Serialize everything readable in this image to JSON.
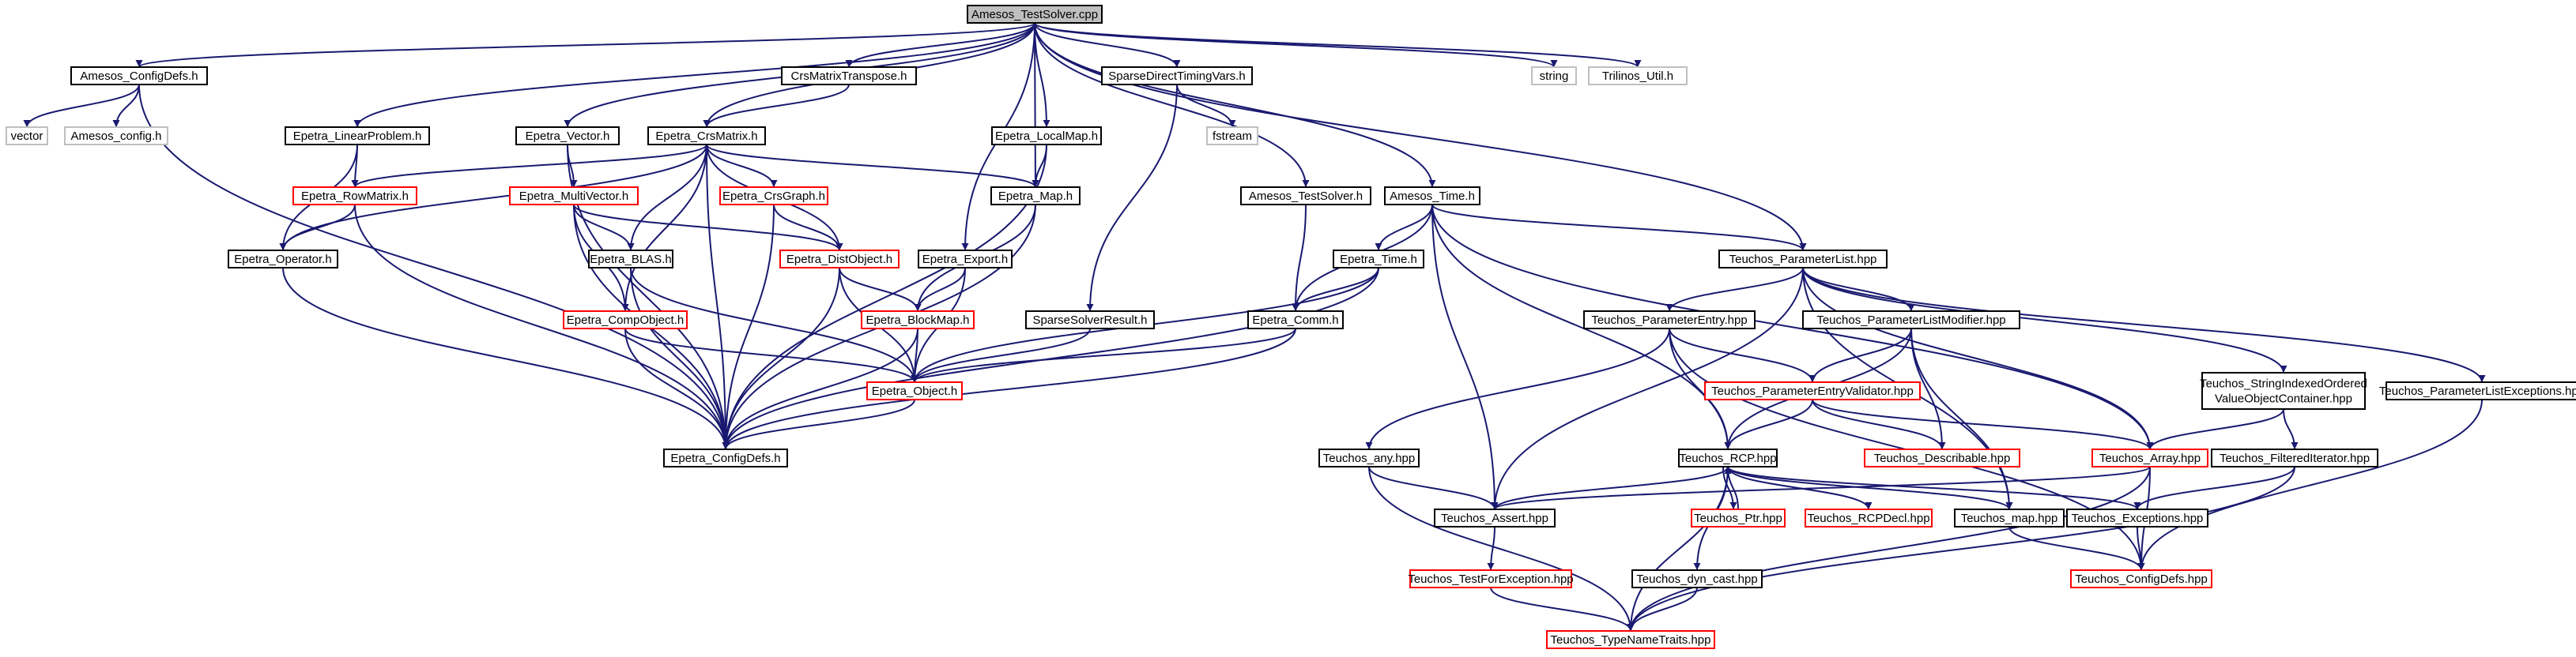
{
  "diagram": {
    "title": "",
    "colors": {
      "edge": "#191970",
      "root_fill": "#bfbfbf",
      "normal_border": "#000000",
      "truncated_border": "#ff0000",
      "external_border": "#bfbfbf",
      "fill": "#ffffff"
    },
    "nodes": [
      {
        "id": "root",
        "lines": [
          "Amesos_TestSolver.cpp"
        ],
        "style": "root"
      },
      {
        "id": "configdefs",
        "lines": [
          "Amesos_ConfigDefs.h"
        ],
        "style": "normal"
      },
      {
        "id": "vector",
        "lines": [
          "vector"
        ],
        "style": "external"
      },
      {
        "id": "amesos_config",
        "lines": [
          "Amesos_config.h"
        ],
        "style": "external"
      },
      {
        "id": "crstranspose",
        "lines": [
          "CrsMatrixTranspose.h"
        ],
        "style": "normal"
      },
      {
        "id": "sparsetiming",
        "lines": [
          "SparseDirectTimingVars.h"
        ],
        "style": "normal"
      },
      {
        "id": "fstream",
        "lines": [
          "fstream"
        ],
        "style": "external"
      },
      {
        "id": "string",
        "lines": [
          "string"
        ],
        "style": "external"
      },
      {
        "id": "trilinos_util",
        "lines": [
          "Trilinos_Util.h"
        ],
        "style": "external"
      },
      {
        "id": "linearproblem",
        "lines": [
          "Epetra_LinearProblem.h"
        ],
        "style": "normal"
      },
      {
        "id": "epetra_vector",
        "lines": [
          "Epetra_Vector.h"
        ],
        "style": "normal"
      },
      {
        "id": "crsmatrix",
        "lines": [
          "Epetra_CrsMatrix.h"
        ],
        "style": "normal"
      },
      {
        "id": "localmap",
        "lines": [
          "Epetra_LocalMap.h"
        ],
        "style": "normal"
      },
      {
        "id": "rowmatrix",
        "lines": [
          "Epetra_RowMatrix.h"
        ],
        "style": "truncated"
      },
      {
        "id": "multivector",
        "lines": [
          "Epetra_MultiVector.h"
        ],
        "style": "truncated"
      },
      {
        "id": "crsgraph",
        "lines": [
          "Epetra_CrsGraph.h"
        ],
        "style": "truncated"
      },
      {
        "id": "epetra_map",
        "lines": [
          "Epetra_Map.h"
        ],
        "style": "normal"
      },
      {
        "id": "amesos_testsolver",
        "lines": [
          "Amesos_TestSolver.h"
        ],
        "style": "normal"
      },
      {
        "id": "amesos_time",
        "lines": [
          "Amesos_Time.h"
        ],
        "style": "normal"
      },
      {
        "id": "operator",
        "lines": [
          "Epetra_Operator.h"
        ],
        "style": "normal"
      },
      {
        "id": "blas",
        "lines": [
          "Epetra_BLAS.h"
        ],
        "style": "normal"
      },
      {
        "id": "distobject",
        "lines": [
          "Epetra_DistObject.h"
        ],
        "style": "truncated"
      },
      {
        "id": "export",
        "lines": [
          "Epetra_Export.h"
        ],
        "style": "normal"
      },
      {
        "id": "epetra_time",
        "lines": [
          "Epetra_Time.h"
        ],
        "style": "normal"
      },
      {
        "id": "paramlist",
        "lines": [
          "Teuchos_ParameterList.hpp"
        ],
        "style": "normal"
      },
      {
        "id": "compobject",
        "lines": [
          "Epetra_CompObject.h"
        ],
        "style": "truncated"
      },
      {
        "id": "blockmap",
        "lines": [
          "Epetra_BlockMap.h"
        ],
        "style": "truncated"
      },
      {
        "id": "sparseresult",
        "lines": [
          "SparseSolverResult.h"
        ],
        "style": "normal"
      },
      {
        "id": "epetra_comm",
        "lines": [
          "Epetra_Comm.h"
        ],
        "style": "normal"
      },
      {
        "id": "paramentry",
        "lines": [
          "Teuchos_ParameterEntry.hpp"
        ],
        "style": "normal"
      },
      {
        "id": "paramlistmod",
        "lines": [
          "Teuchos_ParameterListModifier.hpp"
        ],
        "style": "normal"
      },
      {
        "id": "stringindexed",
        "lines": [
          "Teuchos_StringIndexedOrdered",
          "ValueObjectContainer.hpp"
        ],
        "style": "normal"
      },
      {
        "id": "paramlistexc",
        "lines": [
          "Teuchos_ParameterListExceptions.hpp"
        ],
        "style": "normal"
      },
      {
        "id": "epetra_object",
        "lines": [
          "Epetra_Object.h"
        ],
        "style": "truncated"
      },
      {
        "id": "paramentryvalid",
        "lines": [
          "Teuchos_ParameterEntryValidator.hpp"
        ],
        "style": "truncated"
      },
      {
        "id": "epetra_configdefs",
        "lines": [
          "Epetra_ConfigDefs.h"
        ],
        "style": "normal"
      },
      {
        "id": "teuchos_any",
        "lines": [
          "Teuchos_any.hpp"
        ],
        "style": "normal"
      },
      {
        "id": "teuchos_rcp",
        "lines": [
          "Teuchos_RCP.hpp"
        ],
        "style": "normal"
      },
      {
        "id": "describable",
        "lines": [
          "Teuchos_Describable.hpp"
        ],
        "style": "truncated"
      },
      {
        "id": "teuchos_array",
        "lines": [
          "Teuchos_Array.hpp"
        ],
        "style": "truncated"
      },
      {
        "id": "filterediter",
        "lines": [
          "Teuchos_FilteredIterator.hpp"
        ],
        "style": "normal"
      },
      {
        "id": "teuchos_assert",
        "lines": [
          "Teuchos_Assert.hpp"
        ],
        "style": "normal"
      },
      {
        "id": "teuchos_ptr",
        "lines": [
          "Teuchos_Ptr.hpp"
        ],
        "style": "truncated"
      },
      {
        "id": "rcpdecl",
        "lines": [
          "Teuchos_RCPDecl.hpp"
        ],
        "style": "truncated"
      },
      {
        "id": "teuchos_map",
        "lines": [
          "Teuchos_map.hpp"
        ],
        "style": "normal"
      },
      {
        "id": "teuchos_exceptions",
        "lines": [
          "Teuchos_Exceptions.hpp"
        ],
        "style": "normal"
      },
      {
        "id": "testforexc",
        "lines": [
          "Teuchos_TestForException.hpp"
        ],
        "style": "truncated"
      },
      {
        "id": "dyncast",
        "lines": [
          "Teuchos_dyn_cast.hpp"
        ],
        "style": "normal"
      },
      {
        "id": "teuchos_configdefs",
        "lines": [
          "Teuchos_ConfigDefs.hpp"
        ],
        "style": "truncated"
      },
      {
        "id": "typenametraits",
        "lines": [
          "Teuchos_TypeNameTraits.hpp"
        ],
        "style": "truncated"
      }
    ],
    "edges": [
      [
        "root",
        "configdefs"
      ],
      [
        "root",
        "crstranspose"
      ],
      [
        "root",
        "sparsetiming"
      ],
      [
        "root",
        "string"
      ],
      [
        "root",
        "trilinos_util"
      ],
      [
        "root",
        "linearproblem"
      ],
      [
        "root",
        "epetra_vector"
      ],
      [
        "root",
        "crsmatrix"
      ],
      [
        "root",
        "localmap"
      ],
      [
        "root",
        "epetra_map"
      ],
      [
        "root",
        "amesos_testsolver"
      ],
      [
        "root",
        "amesos_time"
      ],
      [
        "root",
        "export"
      ],
      [
        "root",
        "paramlist"
      ],
      [
        "configdefs",
        "vector"
      ],
      [
        "configdefs",
        "amesos_config"
      ],
      [
        "configdefs",
        "epetra_configdefs"
      ],
      [
        "crstranspose",
        "crsmatrix"
      ],
      [
        "sparsetiming",
        "fstream"
      ],
      [
        "sparsetiming",
        "sparseresult"
      ],
      [
        "linearproblem",
        "rowmatrix"
      ],
      [
        "linearproblem",
        "operator"
      ],
      [
        "epetra_vector",
        "multivector"
      ],
      [
        "epetra_vector",
        "epetra_configdefs"
      ],
      [
        "crsmatrix",
        "rowmatrix"
      ],
      [
        "crsmatrix",
        "operator"
      ],
      [
        "crsmatrix",
        "crsgraph"
      ],
      [
        "crsmatrix",
        "epetra_map"
      ],
      [
        "crsmatrix",
        "blas"
      ],
      [
        "crsmatrix",
        "distobject"
      ],
      [
        "crsmatrix",
        "compobject"
      ],
      [
        "crsmatrix",
        "epetra_configdefs"
      ],
      [
        "localmap",
        "epetra_map"
      ],
      [
        "localmap",
        "epetra_configdefs"
      ],
      [
        "rowmatrix",
        "operator"
      ],
      [
        "rowmatrix",
        "epetra_configdefs"
      ],
      [
        "multivector",
        "distobject"
      ],
      [
        "multivector",
        "blas"
      ],
      [
        "multivector",
        "compobject"
      ],
      [
        "multivector",
        "epetra_configdefs"
      ],
      [
        "crsgraph",
        "distobject"
      ],
      [
        "crsgraph",
        "epetra_configdefs"
      ],
      [
        "epetra_map",
        "blockmap"
      ],
      [
        "epetra_map",
        "epetra_configdefs"
      ],
      [
        "amesos_testsolver",
        "epetra_comm"
      ],
      [
        "amesos_time",
        "epetra_time"
      ],
      [
        "amesos_time",
        "epetra_comm"
      ],
      [
        "amesos_time",
        "paramlist"
      ],
      [
        "amesos_time",
        "teuchos_assert"
      ],
      [
        "amesos_time",
        "teuchos_rcp"
      ],
      [
        "amesos_time",
        "teuchos_array"
      ],
      [
        "operator",
        "epetra_configdefs"
      ],
      [
        "blas",
        "epetra_object"
      ],
      [
        "blas",
        "epetra_configdefs"
      ],
      [
        "distobject",
        "blockmap"
      ],
      [
        "distobject",
        "epetra_object"
      ],
      [
        "distobject",
        "epetra_configdefs"
      ],
      [
        "export",
        "blockmap"
      ],
      [
        "export",
        "epetra_object"
      ],
      [
        "epetra_time",
        "epetra_comm"
      ],
      [
        "epetra_time",
        "epetra_object"
      ],
      [
        "epetra_time",
        "epetra_configdefs"
      ],
      [
        "paramlist",
        "paramentry"
      ],
      [
        "paramlist",
        "paramlistmod"
      ],
      [
        "paramlist",
        "stringindexed"
      ],
      [
        "paramlist",
        "paramlistexc"
      ],
      [
        "paramlist",
        "teuchos_assert"
      ],
      [
        "paramlist",
        "teuchos_array"
      ],
      [
        "paramlist",
        "teuchos_map"
      ],
      [
        "compobject",
        "epetra_object"
      ],
      [
        "compobject",
        "epetra_configdefs"
      ],
      [
        "blockmap",
        "epetra_object"
      ],
      [
        "blockmap",
        "epetra_configdefs"
      ],
      [
        "sparseresult",
        "epetra_object"
      ],
      [
        "epetra_comm",
        "epetra_object"
      ],
      [
        "epetra_comm",
        "epetra_configdefs"
      ],
      [
        "paramentry",
        "paramentryvalid"
      ],
      [
        "paramentry",
        "teuchos_any"
      ],
      [
        "paramentry",
        "teuchos_rcp"
      ],
      [
        "paramentry",
        "teuchos_configdefs"
      ],
      [
        "paramlistmod",
        "paramentryvalid"
      ],
      [
        "paramlistmod",
        "teuchos_rcp"
      ],
      [
        "paramlistmod",
        "describable"
      ],
      [
        "paramlistmod",
        "teuchos_map"
      ],
      [
        "stringindexed",
        "teuchos_array"
      ],
      [
        "stringindexed",
        "filterediter"
      ],
      [
        "paramlistexc",
        "teuchos_configdefs"
      ],
      [
        "epetra_object",
        "epetra_configdefs"
      ],
      [
        "paramentryvalid",
        "teuchos_rcp"
      ],
      [
        "paramentryvalid",
        "describable"
      ],
      [
        "paramentryvalid",
        "teuchos_array"
      ],
      [
        "teuchos_any",
        "teuchos_assert"
      ],
      [
        "teuchos_any",
        "typenametraits"
      ],
      [
        "teuchos_rcp",
        "teuchos_assert"
      ],
      [
        "teuchos_rcp",
        "teuchos_ptr"
      ],
      [
        "teuchos_rcp",
        "rcpdecl"
      ],
      [
        "teuchos_rcp",
        "teuchos_map"
      ],
      [
        "teuchos_rcp",
        "teuchos_exceptions"
      ],
      [
        "teuchos_rcp",
        "dyncast"
      ],
      [
        "teuchos_rcp",
        "typenametraits"
      ],
      [
        "teuchos_ptr",
        "teuchos_rcp"
      ],
      [
        "teuchos_array",
        "teuchos_assert"
      ],
      [
        "teuchos_array",
        "teuchos_configdefs"
      ],
      [
        "teuchos_array",
        "typenametraits"
      ],
      [
        "filterediter",
        "teuchos_exceptions"
      ],
      [
        "filterediter",
        "typenametraits"
      ],
      [
        "teuchos_assert",
        "testforexc"
      ],
      [
        "teuchos_map",
        "teuchos_configdefs"
      ],
      [
        "teuchos_exceptions",
        "teuchos_configdefs"
      ],
      [
        "testforexc",
        "typenametraits"
      ],
      [
        "dyncast",
        "typenametraits"
      ]
    ]
  }
}
